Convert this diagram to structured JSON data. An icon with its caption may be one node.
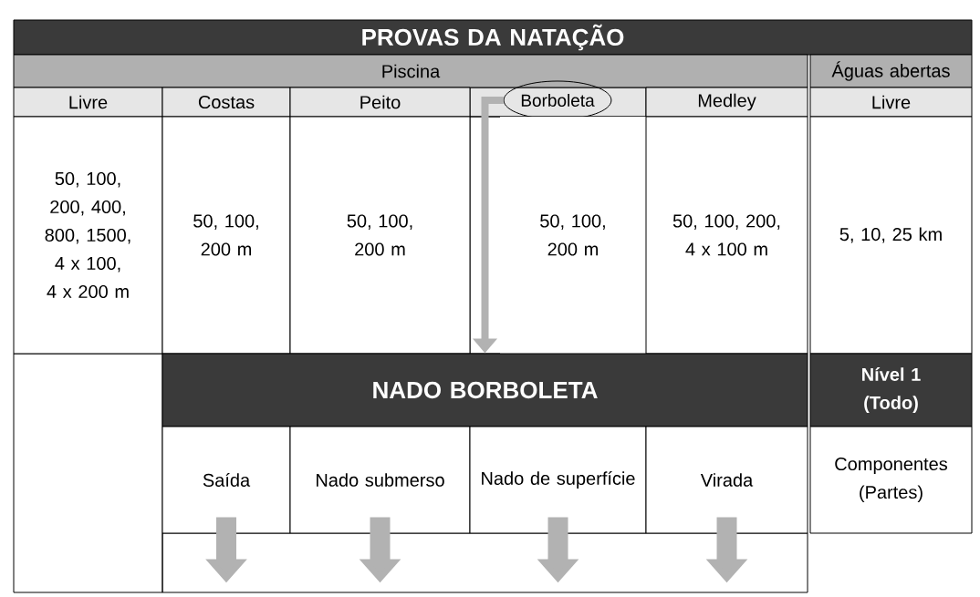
{
  "diagram": {
    "nodes": [
      {
        "text": [
          "PROVAS DA NATAÇÃO"
        ]
      },
      {
        "text": [
          "Piscina"
        ]
      },
      {
        "text": [
          "Águas abertas"
        ]
      },
      {
        "text": [
          "Livre"
        ]
      },
      {
        "text": [
          "Costas"
        ]
      },
      {
        "text": [
          "Peito"
        ]
      },
      {
        "text": [
          "Borboleta"
        ]
      },
      {
        "text": [
          "Medley"
        ]
      },
      {
        "text": [
          "Livre"
        ]
      },
      {
        "text": [
          "50, 100, 200, 400, 800, 1500, 4 x 100, 4 x 200 m"
        ]
      },
      {
        "text": [
          "50, 100, 200 m"
        ]
      },
      {
        "text": [
          "50, 100, 200 m"
        ]
      },
      {
        "text": [
          "50, 100, 200 m"
        ]
      },
      {
        "text": [
          "50, 100, 200, 4 x 100 m"
        ]
      },
      {
        "text": [
          "5, 10, 25 km"
        ]
      },
      {
        "text": [
          "NADO BORBOLETA"
        ]
      },
      {
        "text": [
          "Nível 1 (Todo)"
        ]
      },
      {
        "text": [
          "Saída"
        ]
      },
      {
        "text": [
          "Nado submerso"
        ]
      },
      {
        "text": [
          "Nado de superfície"
        ]
      },
      {
        "text": [
          "Virada"
        ]
      },
      {
        "text": [
          "Componentes (Partes)"
        ]
      }
    ],
    "edges": [
      {
        "from": 6,
        "to": 15,
        "arrow": "to"
      },
      {
        "from": 17,
        "to": null,
        "arrow": "to"
      },
      {
        "from": 18,
        "to": null,
        "arrow": "to"
      },
      {
        "from": 19,
        "to": null,
        "arrow": "to"
      },
      {
        "from": 20,
        "to": null,
        "arrow": "to"
      }
    ]
  }
}
